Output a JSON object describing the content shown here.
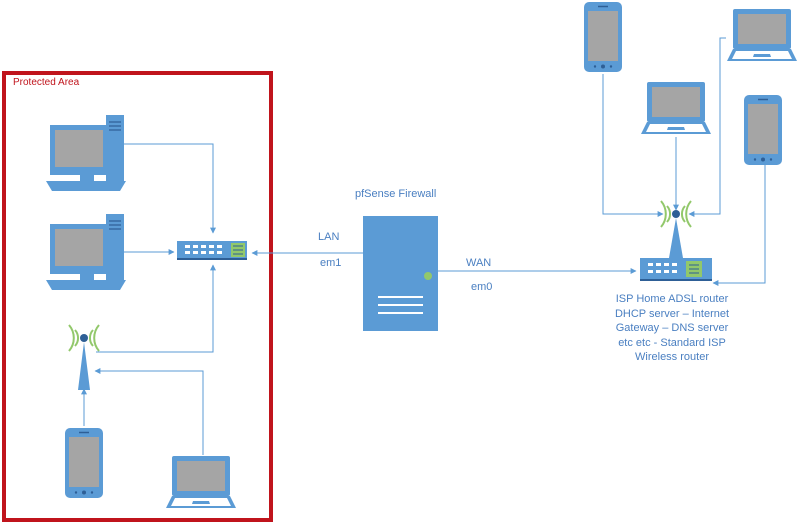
{
  "zone": {
    "label": "Protected Area",
    "border_color": "#c0141c"
  },
  "firewall": {
    "title": "pfSense Firewall",
    "lan_label": "LAN",
    "lan_iface": "em1",
    "wan_label": "WAN",
    "wan_iface": "em0"
  },
  "router": {
    "description_lines": [
      "ISP Home ADSL router",
      "DHCP server – Internet",
      "Gateway – DNS server",
      "etc etc  - Standard ISP",
      "Wireless router"
    ]
  },
  "colors": {
    "device_blue": "#5b9bd5",
    "device_dark": "#2e5f96",
    "screen_gray": "#a5a5a5",
    "connector": "#5b9bd5",
    "wifi_green": "#92c86b",
    "label_blue": "#4a7fc1",
    "zone_red": "#c0141c"
  },
  "icons": [
    "desktop-computer-icon",
    "network-switch-icon",
    "wireless-access-point-icon",
    "smartphone-icon",
    "laptop-icon",
    "server-firewall-icon",
    "router-icon"
  ]
}
